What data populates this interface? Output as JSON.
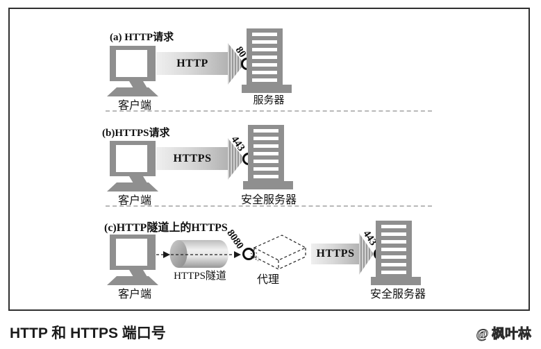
{
  "figure": {
    "caption": "HTTP 和 HTTPS 端口号",
    "watermark": "@ 枫叶林"
  },
  "colors": {
    "device_gray": "#8f8f8f",
    "arrow_light": "#efefef",
    "arrow_dark": "#b2b2b2",
    "port_circle_border": "#0d0d0d",
    "separator_gray": "#b8b8b8",
    "frame_border": "#2f2f2f"
  },
  "sections": [
    {
      "id": "a",
      "title": "(a) HTTP请求",
      "client_label": "客户端",
      "protocol_label": "HTTP",
      "port": "80",
      "server_label": "服务器"
    },
    {
      "id": "b",
      "title": "(b)HTTPS请求",
      "client_label": "客户端",
      "protocol_label": "HTTPS",
      "port": "443",
      "server_label": "安全服务器"
    },
    {
      "id": "c",
      "title": "(c)HTTP隧道上的HTTPS",
      "client_label": "客户端",
      "tunnel_label": "HTTPS隧道",
      "tunnel_port": "8080",
      "proxy_label": "代理",
      "protocol_label": "HTTPS",
      "port": "443",
      "server_label": "安全服务器"
    }
  ]
}
